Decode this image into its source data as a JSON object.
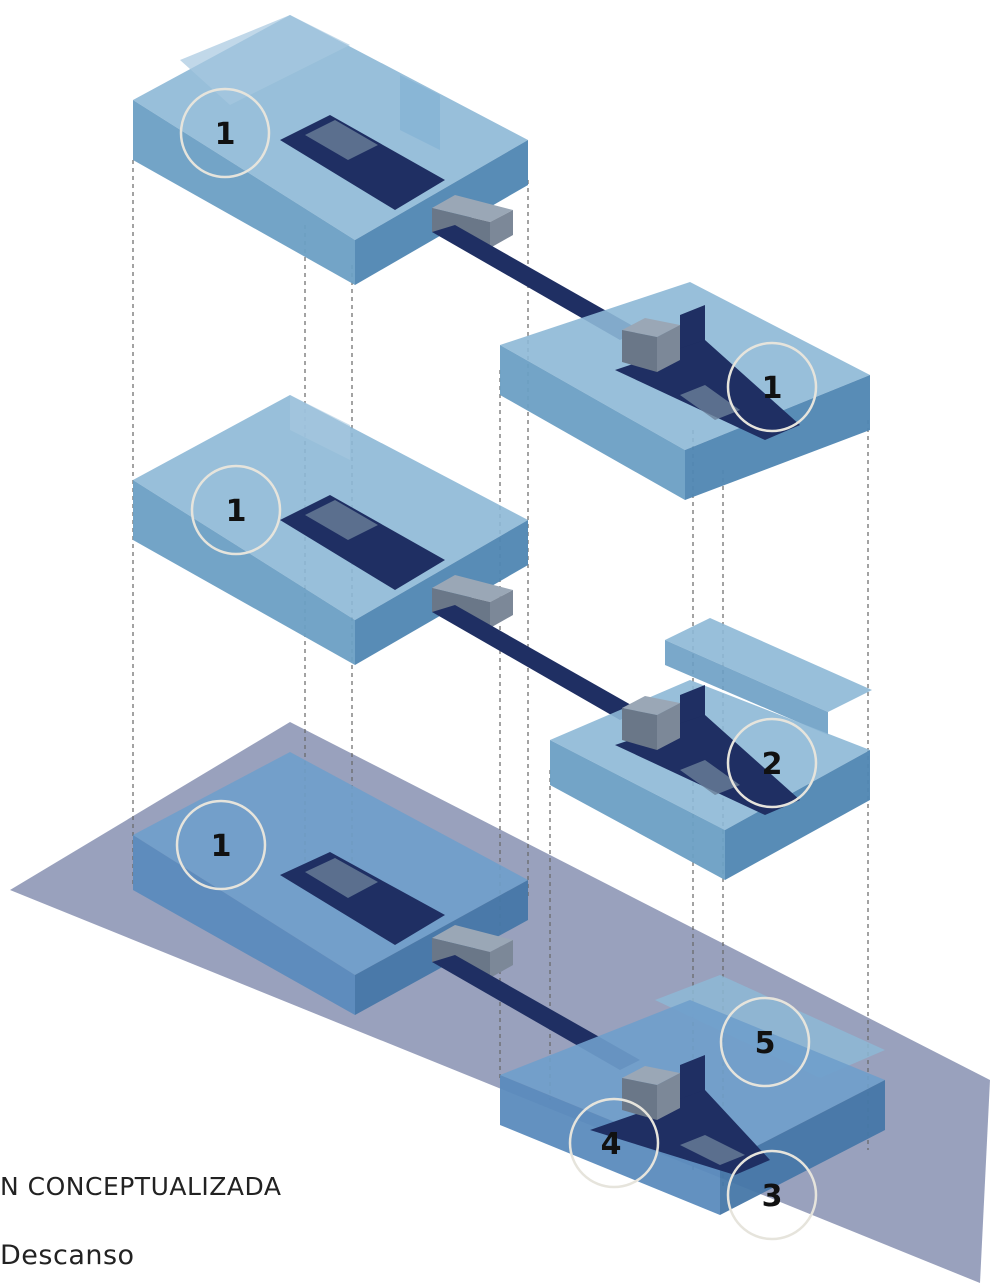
{
  "caption": {
    "title": "N CONCEPTUALIZADA",
    "legend_item": "Descanso"
  },
  "levels": [
    {
      "name": "top-level",
      "zone_labels": [
        "1",
        "1"
      ]
    },
    {
      "name": "middle-level",
      "zone_labels": [
        "1",
        "2"
      ]
    },
    {
      "name": "ground-level",
      "zone_labels": [
        "1",
        "5",
        "4",
        "3"
      ]
    }
  ],
  "colors": {
    "module_light": "#8db8d6",
    "module_mid": "#6b9fc4",
    "module_dark": "#4f86b2",
    "corridor": "#1f2f63",
    "core_box": "#727f8f",
    "ground_plane": "#8e97b6",
    "circle_stroke": "#e6e4dc",
    "guide_line": "#666666"
  }
}
